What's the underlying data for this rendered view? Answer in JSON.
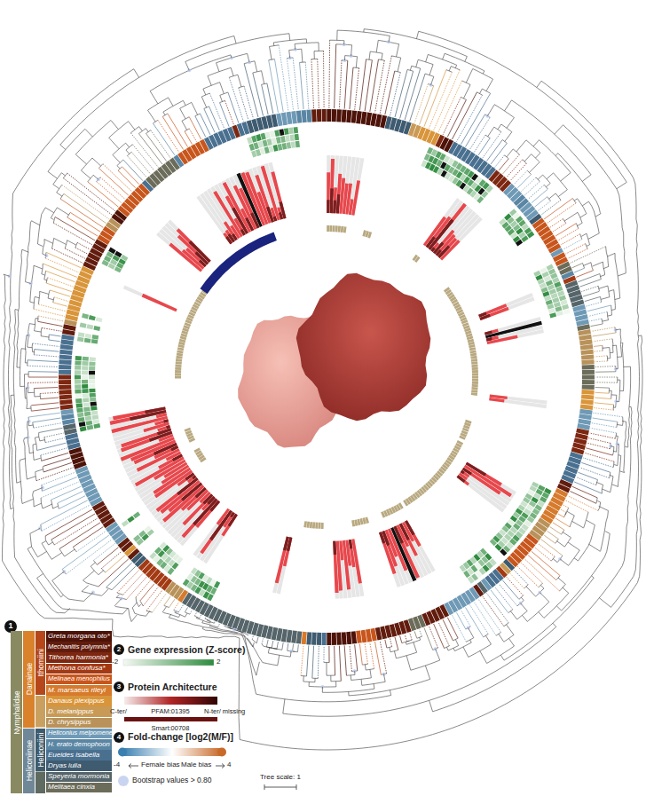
{
  "diagram": {
    "nodes": [
      {
        "text": [
          "Nymphalidae"
        ]
      },
      {
        "text": [
          "Danainae"
        ]
      },
      {
        "text": [
          "Heliconiinae"
        ]
      },
      {
        "text": [
          "Ithomiini"
        ]
      },
      {
        "text": [
          "Heliconiini"
        ]
      }
    ],
    "labels": [
      "1",
      "2",
      "-2",
      "2",
      "3",
      "C-ter/",
      "PFAM:01395",
      "N-ter/ missing",
      "Smart:00708",
      "4",
      "-4",
      "Female bias",
      "Male bias",
      "4",
      "Tree scale: 1"
    ],
    "legend": [
      {
        "text": "Greta morgana oto*",
        "color": "#4d1208"
      },
      {
        "text": "Mechanitis polymnia*",
        "color": "#621c0d"
      },
      {
        "text": "Tithorea harmonia*",
        "color": "#7d2711"
      },
      {
        "text": "Methona confusa*",
        "color": "#a33a14"
      },
      {
        "text": "Melinaea menophilus",
        "color": "#c8561c"
      },
      {
        "text": "M. marsaeus rileyi",
        "color": "#d67a2c"
      },
      {
        "text": "Danaus plexippus",
        "color": "#d9953a"
      },
      {
        "text": "D. melanippus",
        "color": "#c99a55"
      },
      {
        "text": "D. chrysippus",
        "color": "#b8925a"
      },
      {
        "text": "Heliconius melpomene",
        "color": "#6f9ab6"
      },
      {
        "text": "H. erato demophoon",
        "color": "#5a86a4"
      },
      {
        "text": "Eueides isabella",
        "color": "#4a7090"
      },
      {
        "text": "Dryas iulia",
        "color": "#3e5b70"
      },
      {
        "text": "Speyeria mormonia",
        "color": "#55656a"
      },
      {
        "text": "Melitaea cinxia",
        "color": "#6c6c5a"
      },
      {
        "text": "Gene expression (Z-score)"
      },
      {
        "text": "Protein Architecture"
      },
      {
        "text": "Fold-change [log2(M/F)]"
      },
      {
        "text": "Bootstrap values > 0.80"
      }
    ]
  }
}
